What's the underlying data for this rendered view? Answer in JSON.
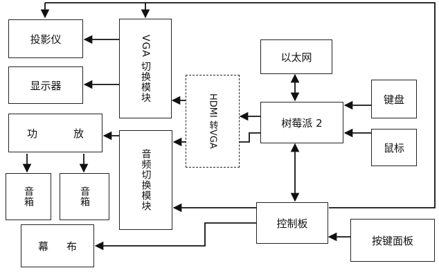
{
  "diagram": {
    "nodes": {
      "projector": "投影仪",
      "display": "显示器",
      "amplifier": [
        "功",
        "放"
      ],
      "speaker_left": "音箱",
      "speaker_right": "音箱",
      "vga_switch": "VGA 切换模块",
      "audio_switch": "音频切换模块",
      "hdmi_vga": "HDMI 转VGA",
      "ethernet": "以太网",
      "raspberry_pi": "树莓派 2",
      "keyboard": "键盘",
      "mouse": "鼠标",
      "control_board": "控制板",
      "button_panel": "按键面板",
      "screen": [
        "幕",
        "布"
      ]
    },
    "edges": [
      {
        "from": "vga_switch",
        "to": "projector"
      },
      {
        "from": "vga_switch",
        "to": "display"
      },
      {
        "from": "audio_switch",
        "to": "amplifier"
      },
      {
        "from": "amplifier",
        "to": "speaker_left"
      },
      {
        "from": "amplifier",
        "to": "speaker_right"
      },
      {
        "from": "hdmi_vga",
        "to": "vga_switch"
      },
      {
        "from": "raspberry_pi",
        "to": "hdmi_vga"
      },
      {
        "from": "raspberry_pi",
        "to": "audio_switch"
      },
      {
        "from": "ethernet",
        "to": "raspberry_pi",
        "bidirectional": true
      },
      {
        "from": "keyboard",
        "to": "raspberry_pi"
      },
      {
        "from": "mouse",
        "to": "raspberry_pi"
      },
      {
        "from": "raspberry_pi",
        "to": "control_board",
        "bidirectional": true
      },
      {
        "from": "button_panel",
        "to": "control_board"
      },
      {
        "from": "control_board",
        "to": "audio_switch"
      },
      {
        "from": "control_board",
        "to": "screen"
      },
      {
        "from": "control_board",
        "to": "projector"
      },
      {
        "from": "control_board",
        "to": "vga_switch"
      }
    ]
  }
}
